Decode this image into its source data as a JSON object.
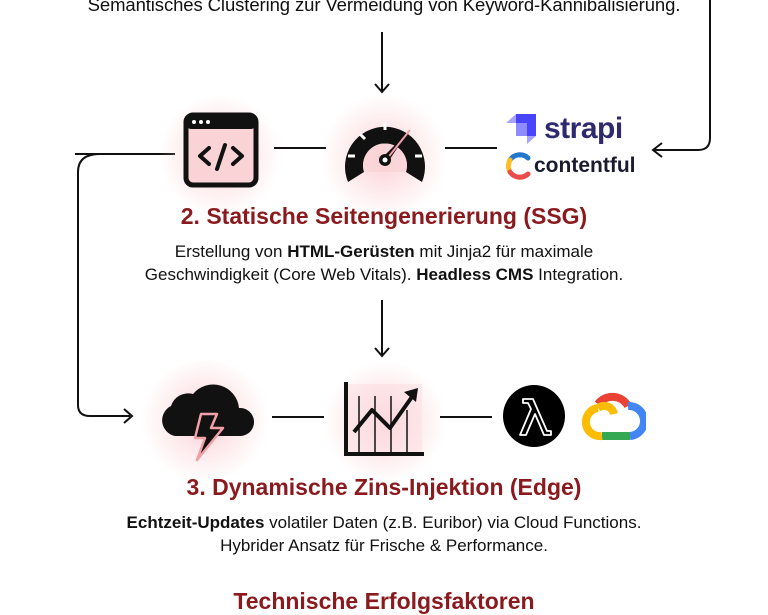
{
  "top_caption": "Semantisches Clustering zur Vermeidung von Keyword-Kannibalisierung.",
  "step2": {
    "title": "2. Statische Seitengenerierung (SSG)",
    "desc_line1_pre": "Erstellung von ",
    "desc_line1_bold": "HTML-Gerüsten",
    "desc_line1_post": " mit Jinja2 für maximale",
    "desc_line2_pre": "Geschwindigkeit (Core Web Vitals). ",
    "desc_line2_bold": "Headless CMS",
    "desc_line2_post": " Integration.",
    "icons": [
      "code-window-icon",
      "speedometer-icon"
    ],
    "logos": {
      "strapi": "strapi",
      "contentful": "contentful"
    }
  },
  "step3": {
    "title": "3. Dynamische Zins-Injektion (Edge)",
    "desc_line1_bold": "Echtzeit-Updates",
    "desc_line1_post": " volatiler Daten (z.B. Euribor) via Cloud Functions.",
    "desc_line2": "Hybrider Ansatz für Frische & Performance.",
    "icons": [
      "cloud-lightning-icon",
      "line-chart-icon"
    ],
    "logos": [
      "aws-lambda-logo",
      "google-cloud-logo"
    ]
  },
  "bottom_title_partial": "Technische Erfolgsfaktoren",
  "colors": {
    "title_red": "#8a1a1e",
    "glow_pink": "#f6a0a8",
    "strapi_purple": "#4945ff",
    "strapi_text": "#2e2a6e",
    "contentful_text": "#1b1b2f",
    "line": "#111111"
  }
}
